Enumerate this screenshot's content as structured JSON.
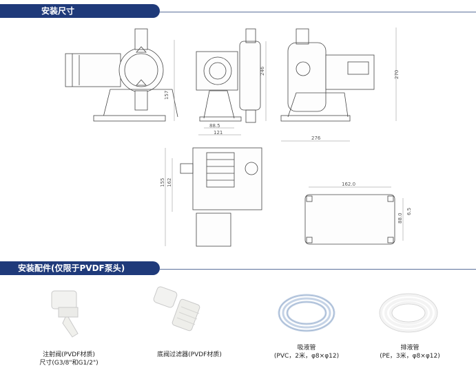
{
  "sections": {
    "dimensions_title": "安装尺寸",
    "accessories_title": "安装配件(仅限于PVDF泵头)"
  },
  "dimension_labels": {
    "d157": "157",
    "d246": "246",
    "d270": "270",
    "d88_5": "88.5",
    "d121": "121",
    "d276": "276",
    "d155": "155",
    "d162": "162",
    "d162_0": "162.0",
    "d88_0": "88.0",
    "d6_5": "6.5"
  },
  "accessories": [
    {
      "caption_line1": "注射阀(PVDF材质)",
      "caption_line2": "尺寸(G3/8\"和G1/2\")"
    },
    {
      "caption_line1": "底阀过滤器(PVDF材质)",
      "caption_line2": ""
    },
    {
      "caption_line1": "吸液管",
      "caption_line2": "(PVC，2米，φ8×φ12)"
    },
    {
      "caption_line1": "排液管",
      "caption_line2": "(PE，3米，φ8×φ12)"
    }
  ],
  "colors": {
    "section_bar": "#1f3a7a",
    "rule": "#5a6f9a"
  }
}
